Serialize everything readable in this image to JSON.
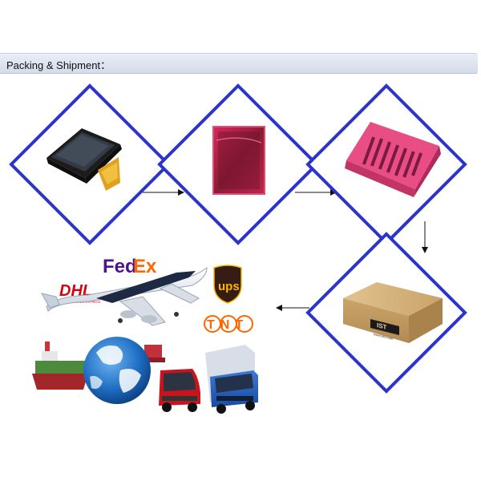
{
  "header": {
    "title": "Packing & Shipment："
  },
  "steps": [
    {
      "name": "touch-panel",
      "icon": "touch-screen-product-image"
    },
    {
      "name": "anti-static-bag",
      "icon": "pink-bag-image"
    },
    {
      "name": "foam-tray",
      "icon": "foam-tray-image"
    },
    {
      "name": "carton-box",
      "icon": "carton-box-image",
      "box_logo": "IST",
      "box_url": "www.istd.com"
    }
  ],
  "carriers": {
    "fedex_fed": "Fed",
    "fedex_ex": "Ex",
    "dhl": "DHL",
    "dhl_tagline": "WORLDWIDE EXPRESS",
    "ups": "ups",
    "tnt": "TNT"
  },
  "colors": {
    "frame_blue": "#2c34c9",
    "fedex_purple": "#4d148c",
    "fedex_orange": "#ff6600",
    "dhl_red": "#d40511",
    "dhl_yellow": "#ffcc00",
    "ups_brown": "#351c15",
    "ups_gold": "#ffb500",
    "tnt_orange": "#ff6600"
  }
}
